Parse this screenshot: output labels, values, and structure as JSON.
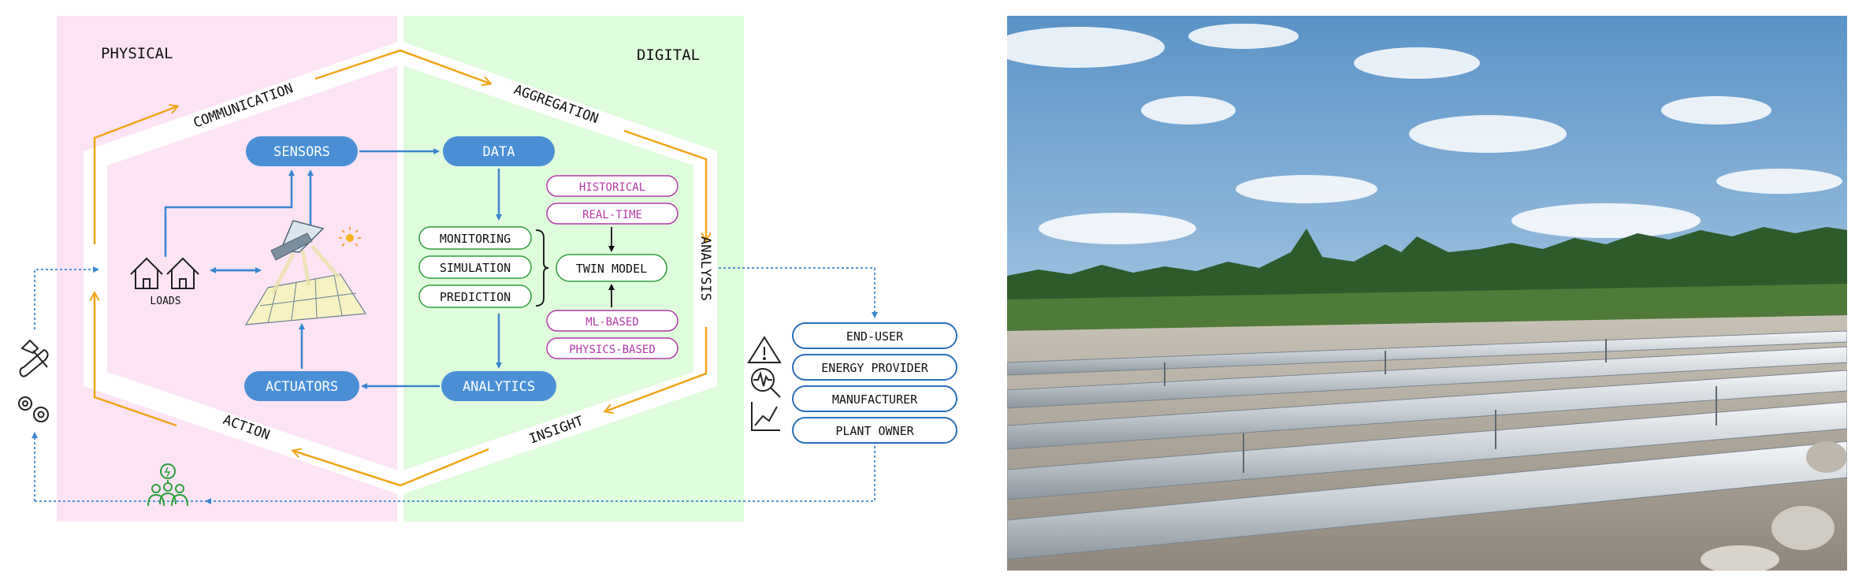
{
  "regions": {
    "physical": "PHYSICAL",
    "digital": "DIGITAL"
  },
  "ring_labels": {
    "communication": "COMMUNICATION",
    "aggregation": "AGGREGATION",
    "analysis": "ANALYSIS",
    "insight": "INSIGHT",
    "action": "ACTION"
  },
  "nodes": {
    "sensors": "SENSORS",
    "data": "DATA",
    "actuators": "ACTUATORS",
    "analytics": "ANALYTICS",
    "loads": "LOADS"
  },
  "tasks": [
    "MONITORING",
    "SIMULATION",
    "PREDICTION"
  ],
  "twin_model": "TWIN MODEL",
  "data_types": [
    "HISTORICAL",
    "REAL-TIME"
  ],
  "model_types": [
    "ML-BASED",
    "PHYSICS-BASED"
  ],
  "stakeholders": [
    "END-USER",
    "ENERGY PROVIDER",
    "MANUFACTURER",
    "PLANT OWNER"
  ],
  "icons": {
    "houses": "house-icon",
    "solar": "solar-concentrator-icon",
    "warning": "warning-icon",
    "monitor": "waveform-magnifier-icon",
    "trend": "line-chart-icon",
    "tools": "tools-icon",
    "gears": "gears-icon",
    "people": "people-energy-icon"
  },
  "colors": {
    "physical_bg": "#fce4f4",
    "digital_bg": "#dffcdc",
    "node_blue": "#4a8fd6",
    "flow_blue": "#3b86d0",
    "ring_orange": "#f0a418",
    "magenta": "#b23aa8",
    "green": "#2e9e3c",
    "stakeholder_border": "#2b6fb8"
  },
  "photo": {
    "subject": "solar-collector-field-photo"
  }
}
